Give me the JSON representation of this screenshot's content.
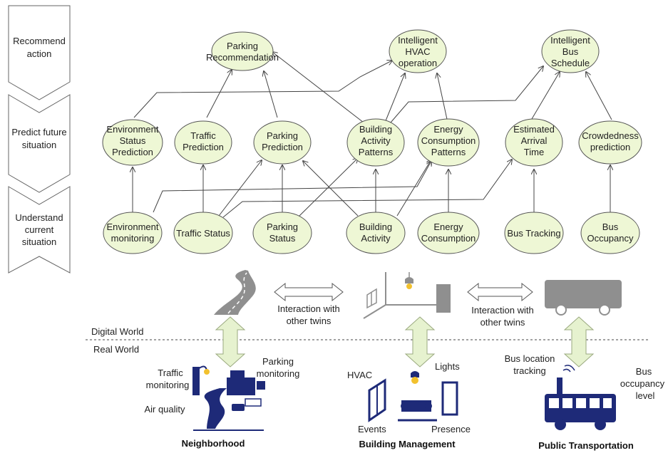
{
  "levels": {
    "recommend": [
      "Recommend",
      "action"
    ],
    "predict": [
      "Predict future",
      "situation"
    ],
    "understand": [
      "Understand",
      "current",
      "situation"
    ]
  },
  "nodes": {
    "parking_rec": [
      "Parking",
      "Recommendation"
    ],
    "hvac_op": [
      "Intelligent",
      "HVAC",
      "operation"
    ],
    "bus_sched": [
      "Intelligent",
      "Bus",
      "Schedule"
    ],
    "env_pred": [
      "Environment",
      "Status",
      "Prediction"
    ],
    "traffic_pred": [
      "Traffic",
      "Prediction"
    ],
    "parking_pred": [
      "Parking",
      "Prediction"
    ],
    "bldg_patterns": [
      "Building",
      "Activity",
      "Patterns"
    ],
    "energy_patterns": [
      "Energy",
      "Consumption",
      "Patterns"
    ],
    "arrival_time": [
      "Estimated",
      "Arrival",
      "Time"
    ],
    "crowd_pred": [
      "Crowdedness",
      "prediction"
    ],
    "env_mon": [
      "Environment",
      "monitoring"
    ],
    "traffic_status": [
      "Traffic Status"
    ],
    "parking_status": [
      "Parking",
      "Status"
    ],
    "bldg_activity": [
      "Building",
      "Activity"
    ],
    "energy_cons": [
      "Energy",
      "Consumption"
    ],
    "bus_tracking": [
      "Bus Tracking"
    ],
    "bus_occ": [
      "Bus",
      "Occupancy"
    ]
  },
  "interaction_left": [
    "Interaction with",
    "other twins"
  ],
  "interaction_right": [
    "Interaction with",
    "other twins"
  ],
  "digital_world": "Digital World",
  "real_world": "Real World",
  "neighborhood": {
    "title": "Neighborhood",
    "traffic": [
      "Traffic",
      "monitoring"
    ],
    "parking": [
      "Parking",
      "monitoring"
    ],
    "air": "Air quality"
  },
  "building": {
    "title": "Building Management",
    "hvac": "HVAC",
    "lights": "Lights",
    "events": "Events",
    "presence": "Presence"
  },
  "transport": {
    "title": "Public Transportation",
    "location": [
      "Bus location",
      "tracking"
    ],
    "occupancy": [
      "Bus",
      "occupancy",
      "level"
    ]
  },
  "colors": {
    "node_fill": "#eef7d5",
    "node_stroke": "#555555",
    "arrow_fill": "#e6f2cf",
    "arrow_stroke": "#9aa97f",
    "icon_grey": "#8f8f8f",
    "icon_navy": "#1e2a78"
  }
}
